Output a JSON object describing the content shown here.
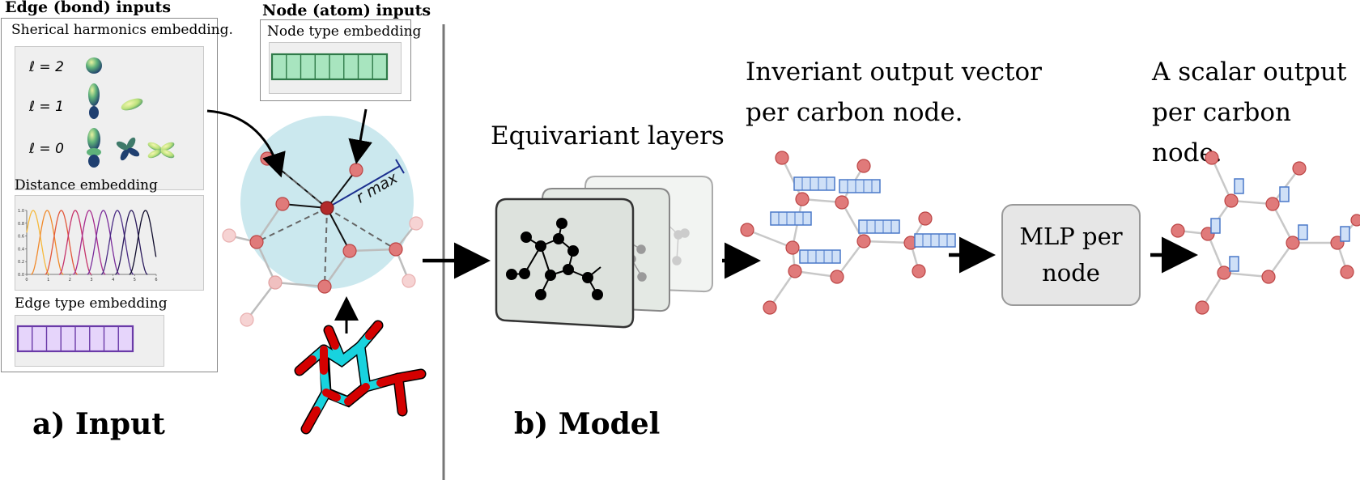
{
  "input_section": {
    "label": "a) Input",
    "edge_inputs": {
      "title": "Edge (bond) inputs",
      "spherical": {
        "title": "Sherical harmonics embedding.",
        "rows": [
          {
            "label": "ℓ = 2"
          },
          {
            "label": "ℓ = 1"
          },
          {
            "label": "ℓ = 0"
          }
        ]
      },
      "distance": {
        "title": "Distance embedding",
        "y_ticks": [
          "0.0",
          "0.2",
          "0.4",
          "0.6",
          "0.8",
          "1.0"
        ],
        "x_ticks": [
          "0",
          "1",
          "2",
          "3",
          "4",
          "5",
          "6"
        ],
        "curve_colors": [
          "#f6b93b",
          "#f08a2c",
          "#e2573a",
          "#c6336b",
          "#a72c8f",
          "#7a2c9b",
          "#4b2c85",
          "#2a1a5c",
          "#0d0a2a"
        ]
      },
      "edge_type": {
        "title": "Edge type embedding",
        "cells": 8,
        "fill": "#e6d5fb",
        "stroke": "#6a3aa8"
      }
    },
    "node_inputs": {
      "title": "Node (atom) inputs",
      "node_type": {
        "title": "Node type embedding",
        "cells": 8,
        "fill": "#a8e5bf",
        "stroke": "#2f7a49"
      }
    },
    "rmax_label": "r max",
    "neighborhood_color": "#cbe8ee",
    "atom_color": "#e07a7a",
    "molecule_colors": {
      "carbon": "#18d3de",
      "oxygen": "#d40000"
    }
  },
  "model_section": {
    "label": "b) Model",
    "equivariant_label": "Equivariant layers",
    "invariant_label": "Inveriant output vector\nper carbon node.",
    "mlp_label": "MLP per\nnode",
    "scalar_label": "A scalar output\nper carbon node.",
    "feature_fill": "#cfe0f7",
    "feature_stroke": "#4a78c8"
  }
}
